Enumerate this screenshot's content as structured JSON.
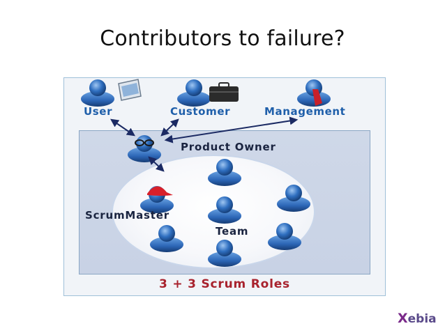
{
  "slide": {
    "title": "Contributors to failure?"
  },
  "diagram": {
    "stakeholders": {
      "user": "User",
      "customer": "Customer",
      "management": "Management"
    },
    "product_owner": "Product Owner",
    "scrum_master": "ScrumMaster",
    "team": "Team",
    "roles_caption": "3 + 3 Scrum Roles"
  },
  "logo": {
    "text": "ebia",
    "mark": "X"
  },
  "colors": {
    "person_blue": "#2f6fc0",
    "label_blue": "#1f5faa",
    "caption_red": "#a8222d",
    "cap_red": "#d8202a",
    "arrow_navy": "#1b2a63"
  },
  "icons": [
    "person-icon",
    "laptop-icon",
    "briefcase-icon",
    "tie-icon",
    "glasses-icon",
    "red-cap-icon"
  ]
}
